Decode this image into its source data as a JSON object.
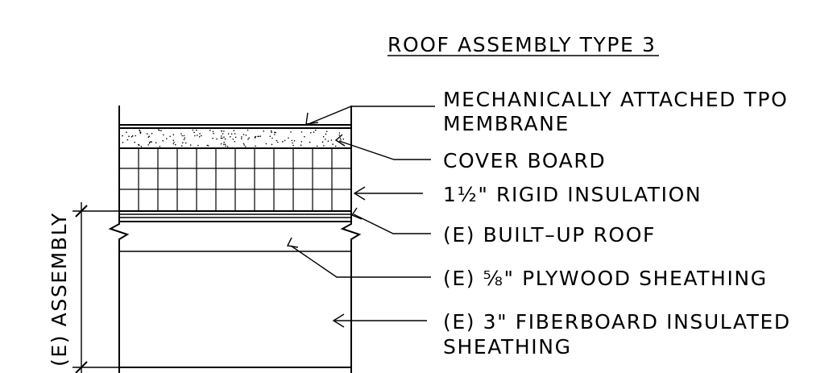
{
  "title": "ROOF ASSEMBLY TYPE 3",
  "vertical_label": "(E) ASSEMBLY",
  "callouts": [
    {
      "id": "tpo",
      "lines": [
        "MECHANICALLY ATTACHED TPO",
        "MEMBRANE"
      ]
    },
    {
      "id": "cover",
      "lines": [
        "COVER BOARD"
      ]
    },
    {
      "id": "rigid",
      "lines": [
        "1½\" RIGID INSULATION"
      ]
    },
    {
      "id": "bur",
      "lines": [
        "(E) BUILT–UP ROOF"
      ]
    },
    {
      "id": "plywood",
      "lines": [
        "(E) ⅝\" PLYWOOD SHEATHING"
      ]
    },
    {
      "id": "fiberboard",
      "lines": [
        "(E) 3\" FIBERBOARD INSULATED",
        "SHEATHING"
      ]
    }
  ]
}
